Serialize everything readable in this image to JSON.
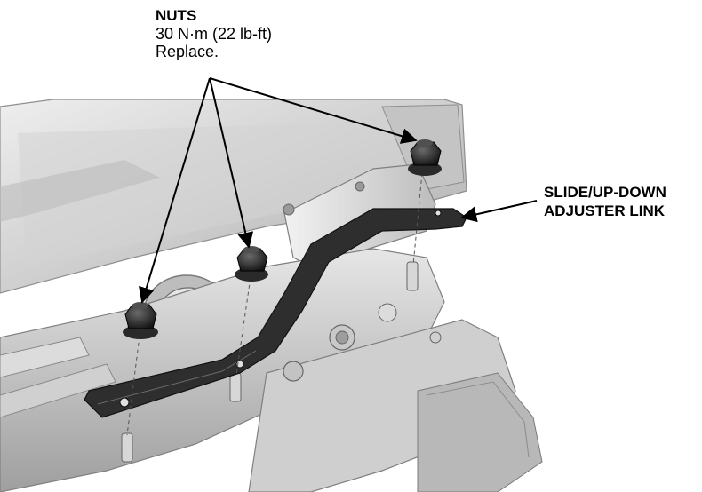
{
  "callouts": {
    "nuts": {
      "title": "NUTS",
      "torque": "30 N·m (22 lb-ft)",
      "note": "Replace."
    },
    "link": {
      "line1": "SLIDE/UP-DOWN",
      "line2": "ADJUSTER LINK"
    }
  },
  "colors": {
    "background": "#ffffff",
    "frame": "#d9d9d9",
    "frame_shadow": "#a8a8a8",
    "link": "#2b2b2b",
    "nut": "#1e1e1e",
    "arrow": "#000000"
  }
}
